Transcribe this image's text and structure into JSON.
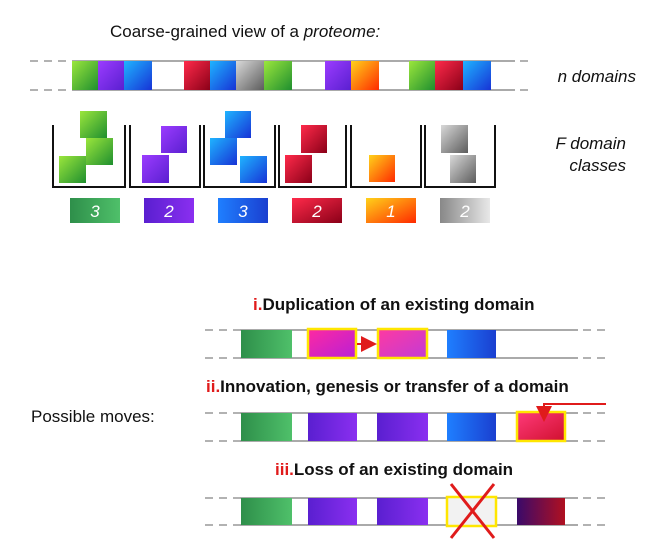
{
  "header": {
    "title_prefix": "Coarse-grained view of a ",
    "title_italic": "proteome:"
  },
  "labels": {
    "n_domains": "n domains",
    "f_domain_line1": "F domain",
    "f_domain_line2": "classes"
  },
  "domain_classes": [
    {
      "name": "green",
      "count": "3",
      "color": "#3cb043"
    },
    {
      "name": "violet",
      "count": "2",
      "color": "#7b2fe0"
    },
    {
      "name": "blue",
      "count": "3",
      "color": "#1f5fe6"
    },
    {
      "name": "crimson",
      "count": "2",
      "color": "#c0102e"
    },
    {
      "name": "orange",
      "count": "1",
      "color": "#ff6a00"
    },
    {
      "name": "gray",
      "count": "2",
      "color": "#8a8a8a"
    }
  ],
  "moves": {
    "section_label": "Possible moves:",
    "items": [
      {
        "num": "i.",
        "text": "Duplication of an existing domain"
      },
      {
        "num": "ii.",
        "text": "Innovation, genesis or transfer of a domain"
      },
      {
        "num": "iii.",
        "text": "Loss of an existing domain"
      }
    ]
  },
  "colors": {
    "highlight_border": "#ffe600",
    "arrow": "#e01b1b",
    "cross": "#e01b1b",
    "line": "#555555"
  }
}
